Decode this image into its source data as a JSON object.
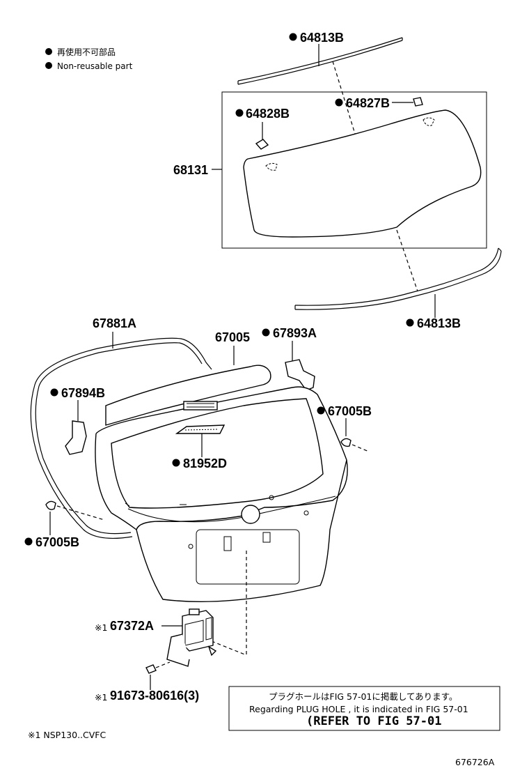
{
  "legend": {
    "dot_label_jp": "再使用不可部品",
    "dot_label_en": "Non-reusable part"
  },
  "parts": {
    "moulding_top": "64813B",
    "moulding_bottom": "64813B",
    "clip_right": "64827B",
    "clip_left": "64828B",
    "back_glass": "68131",
    "weatherstrip": "67881A",
    "back_door_panel": "67005",
    "hinge_right": "67893A",
    "hinge_left": "67894B",
    "cushion_right": "67005B",
    "cushion_left": "67005B",
    "stop_lamp": "81952D",
    "lock": "67372A",
    "lock_prefix": "※1",
    "bolt": "91673-80616(3)",
    "bolt_prefix": "※1"
  },
  "note_box": {
    "line_jp": "プラグホールはFIG 57-01に掲載してあります。",
    "line_en": "Regarding  PLUG  HOLE , it is indicated in  FIG  57-01",
    "line_ref": "(REFER TO FIG 57-01"
  },
  "footnote": "※1 NSP130..CVFC",
  "figure_id": "676726A"
}
